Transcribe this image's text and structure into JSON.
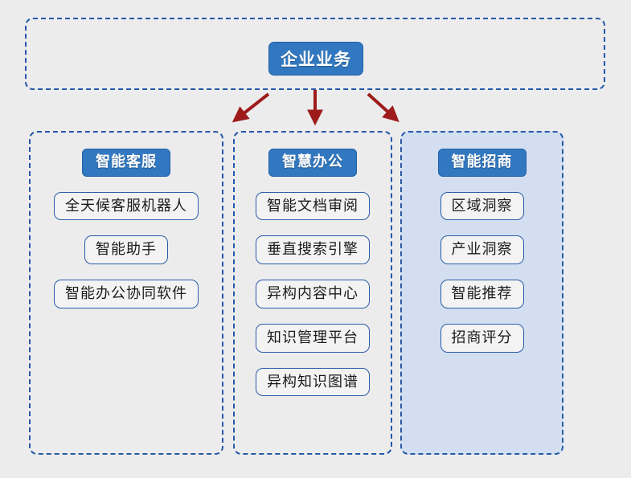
{
  "diagram": {
    "type": "hierarchy",
    "root": {
      "label": "企业业务"
    },
    "colors": {
      "node_fill": "#3278c0",
      "node_text": "#ffffff",
      "item_fill": "#f3f3f3",
      "item_border": "#2a5ca8",
      "container_border": "#2458a8",
      "highlight_column_fill": "#d3dff0",
      "arrow": "#9e1b1b",
      "page_background": "#ececec"
    },
    "arrows": [
      {
        "name": "arrow-to-intelligent-service",
        "direction": "down-left"
      },
      {
        "name": "arrow-to-smart-office",
        "direction": "down"
      },
      {
        "name": "arrow-to-intelligent-investment",
        "direction": "down-right"
      }
    ],
    "columns": [
      {
        "header": "智能客服",
        "highlighted": false,
        "items": [
          "全天候客服机器人",
          "智能助手",
          "智能办公协同软件"
        ]
      },
      {
        "header": "智慧办公",
        "highlighted": false,
        "items": [
          "智能文档审阅",
          "垂直搜索引擎",
          "异构内容中心",
          "知识管理平台",
          "异构知识图谱"
        ]
      },
      {
        "header": "智能招商",
        "highlighted": true,
        "items": [
          "区域洞察",
          "产业洞察",
          "智能推荐",
          "招商评分"
        ]
      }
    ]
  }
}
